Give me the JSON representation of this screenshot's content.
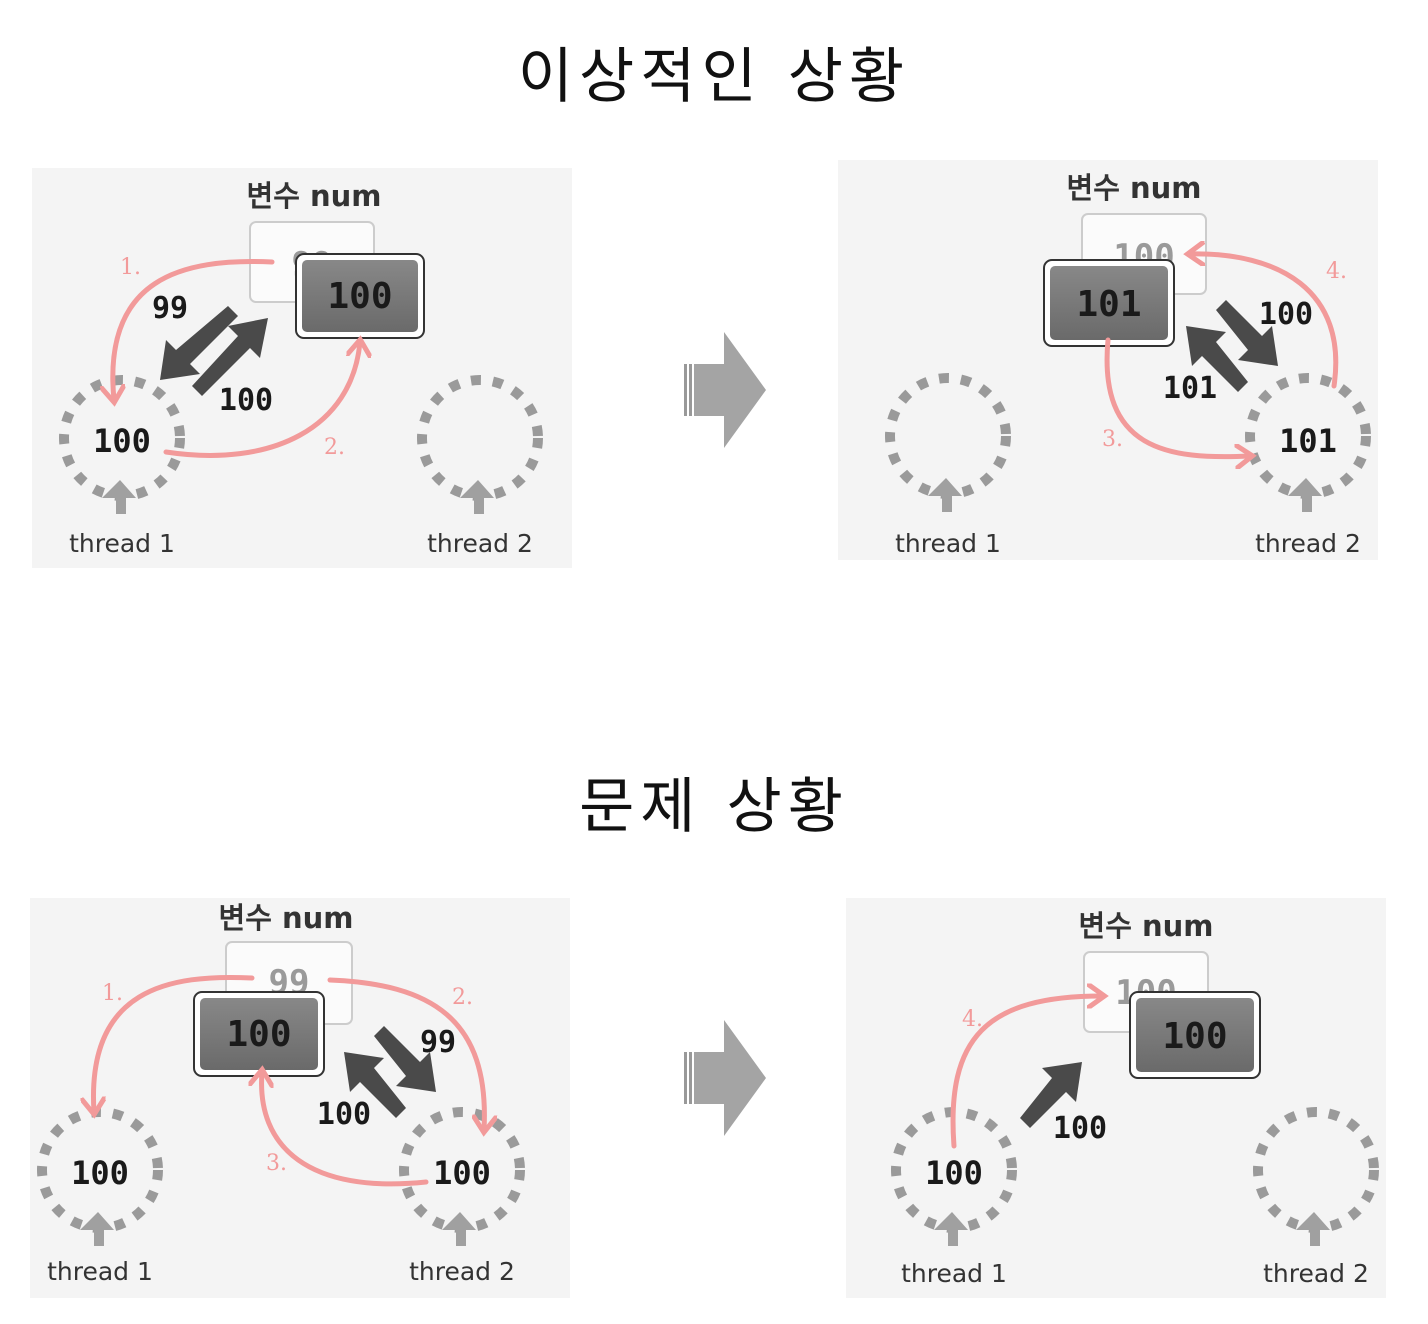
{
  "titles": {
    "ideal": "이상적인 상황",
    "problem": "문제 상황"
  },
  "panels": {
    "ideal_before": {
      "var_label": "변수 num",
      "ghost_value": "99",
      "box_value": "100",
      "read_value": "99",
      "write_value": "100",
      "thread1_value": "100",
      "thread1_label": "thread 1",
      "thread2_label": "thread 2",
      "step_a": "1.",
      "step_b": "2."
    },
    "ideal_after": {
      "var_label": "변수 num",
      "ghost_value": "100",
      "box_value": "101",
      "read_value": "100",
      "write_value": "101",
      "thread2_value": "101",
      "thread1_label": "thread 1",
      "thread2_label": "thread 2",
      "step_a": "3.",
      "step_b": "4."
    },
    "problem_before": {
      "var_label": "변수 num",
      "ghost_value": "99",
      "box_value": "100",
      "read_value": "99",
      "write_value": "100",
      "thread1_value": "100",
      "thread2_value": "100",
      "thread1_label": "thread 1",
      "thread2_label": "thread 2",
      "step_a": "1.",
      "step_b": "2.",
      "step_c": "3."
    },
    "problem_after": {
      "var_label": "변수 num",
      "ghost_value": "100",
      "box_value": "100",
      "write_value": "100",
      "thread1_value": "100",
      "thread1_label": "thread 1",
      "thread2_label": "thread 2",
      "step_a": "4."
    }
  },
  "icons": {
    "transition": "right-arrow-icon",
    "thread": "dashed-circle-thread-icon"
  },
  "colors": {
    "step_arrow": "#f29a9a",
    "value_box": "#7a7a7a",
    "transfer_arrow": "#4a4a4a"
  }
}
